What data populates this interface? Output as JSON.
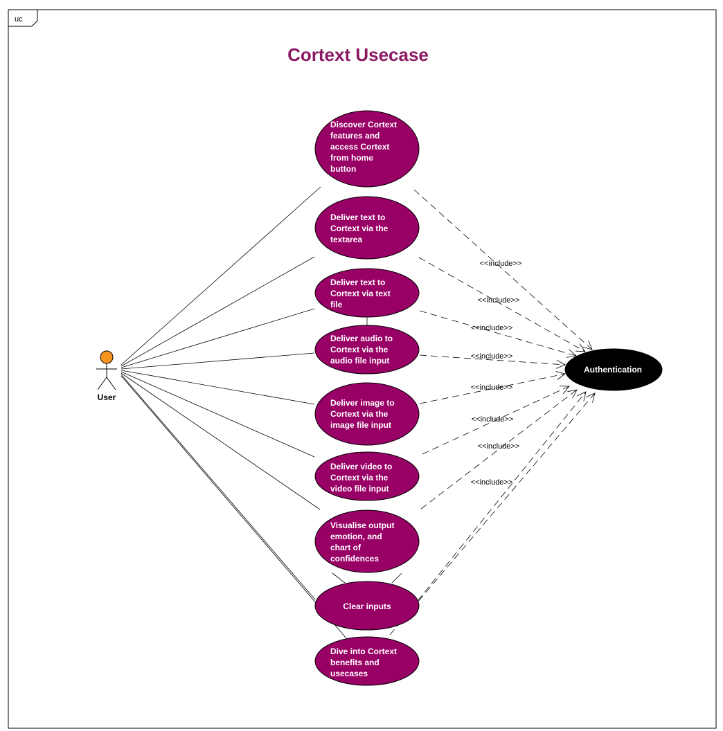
{
  "frame": {
    "tag": "uc"
  },
  "title": "Cortext Usecase",
  "actor": {
    "name": "User",
    "head_color": "#f7941d"
  },
  "colors": {
    "use_case_fill": "#990066",
    "authentication_fill": "#000000",
    "title": "#8a1a63"
  },
  "use_cases": [
    {
      "id": "discover",
      "lines": [
        "Discover Cortext",
        "features and",
        "access Cortext",
        "from home",
        "button"
      ]
    },
    {
      "id": "text-area",
      "lines": [
        "Deliver text to",
        "Cortext via the",
        "textarea"
      ]
    },
    {
      "id": "text-file",
      "lines": [
        "Deliver text to",
        "Cortext via text",
        "file"
      ]
    },
    {
      "id": "audio",
      "lines": [
        "Deliver audio to",
        "Cortext via the",
        "audio file input"
      ]
    },
    {
      "id": "image",
      "lines": [
        "Deliver image to",
        "Cortext via the",
        "image file input"
      ]
    },
    {
      "id": "video",
      "lines": [
        "Deliver video to",
        "Cortext via the",
        "video file input"
      ]
    },
    {
      "id": "visualise",
      "lines": [
        "Visualise output",
        "emotion, and",
        "chart of",
        "confidences"
      ]
    },
    {
      "id": "clear",
      "lines": [
        "Clear inputs"
      ]
    },
    {
      "id": "dive",
      "lines": [
        "Dive into Cortext",
        "benefits and",
        "usecases"
      ]
    }
  ],
  "authentication": {
    "label": "Authentication"
  },
  "include_label": "<<include>>"
}
